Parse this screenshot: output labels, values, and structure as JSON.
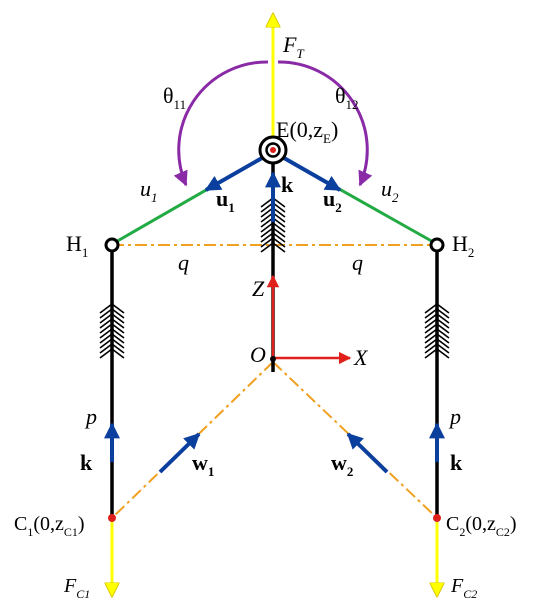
{
  "colors": {
    "force": "#ffff00",
    "force_outline": "#d8c400",
    "link_green": "#22aa44",
    "vector_blue": "#0b3f9e",
    "angle_purple": "#8a2aa6",
    "dashdot_orange": "#f0a020",
    "axis_red": "#e0201a",
    "rod_black": "#000000"
  },
  "labels": {
    "F_T": {
      "main": "F",
      "sub": "T"
    },
    "theta_11": {
      "main": "θ",
      "sub": "11"
    },
    "theta_12": {
      "main": "θ",
      "sub": "12"
    },
    "E": {
      "pre": "E(0,",
      "z": "z",
      "sub": "E",
      "post": ")"
    },
    "k_top": "k",
    "u1_bold": {
      "main": "u",
      "sub": "1"
    },
    "u2_bold": {
      "main": "u",
      "sub": "2"
    },
    "u1_it": {
      "main": "u",
      "sub": "1"
    },
    "u2_it": {
      "main": "u",
      "sub": "2"
    },
    "H1": {
      "main": "H",
      "sub": "1"
    },
    "H2": {
      "main": "H",
      "sub": "2"
    },
    "q_left": "q",
    "q_right": "q",
    "Z": "Z",
    "O": "O",
    "X": "X",
    "p_left": "p",
    "p_right": "p",
    "k_left": "k",
    "k_right": "k",
    "w1": {
      "main": "w",
      "sub": "1"
    },
    "w2": {
      "main": "w",
      "sub": "2"
    },
    "C1": {
      "pre": "C",
      "sub": "1",
      "mid": "(0,",
      "z": "z",
      "zsub": "C1",
      "post": ")"
    },
    "C2": {
      "pre": "C",
      "sub": "2",
      "mid": "(0,",
      "z": "z",
      "zsub": "C2",
      "post": ")"
    },
    "F_C1": {
      "main": "F",
      "sub": "C1"
    },
    "F_C2": {
      "main": "F",
      "sub": "C2"
    }
  }
}
